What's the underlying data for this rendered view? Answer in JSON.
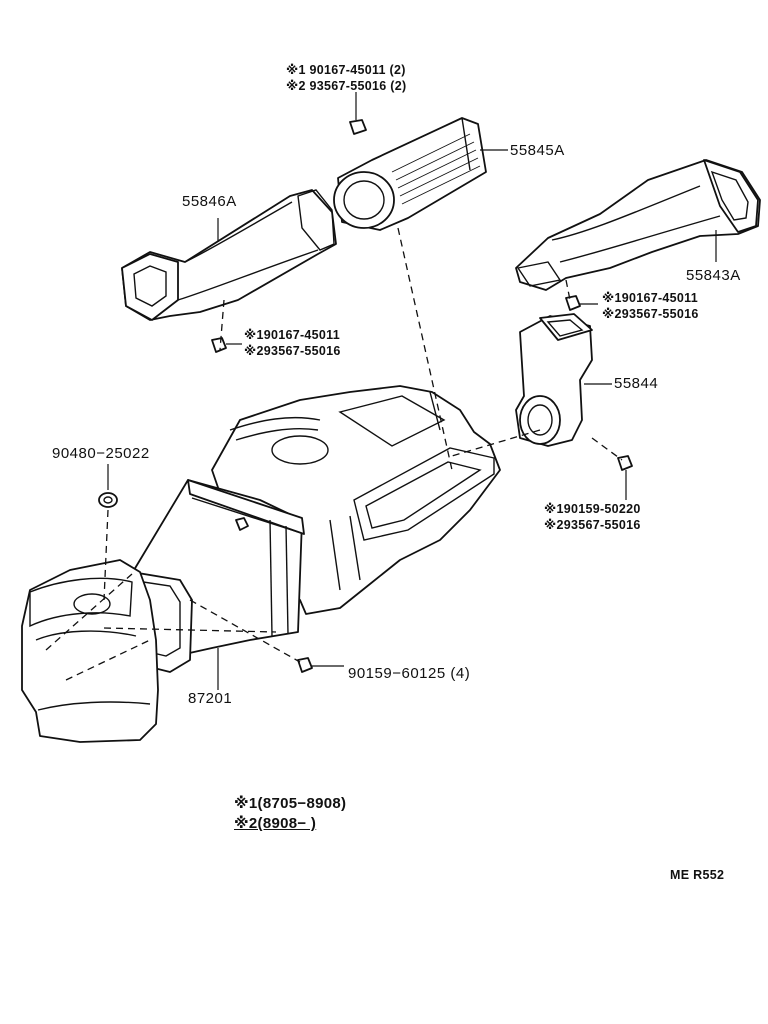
{
  "labels": {
    "duct_55845A": "55845A",
    "duct_55846A": "55846A",
    "duct_55843A": "55843A",
    "duct_55844": "55844",
    "duct_87201": "87201",
    "grommet_90480": "90480−25022",
    "screw_90159_60125": "90159−60125 (4)",
    "top_clip_line1": "※1 90167-45011 (2)",
    "top_clip_line2": "※2 93567-55016 (2)",
    "left_clip_line1": "※190167-45011",
    "left_clip_line2": "※293567-55016",
    "right_clip_line1": "※190167-45011",
    "right_clip_line2": "※293567-55016",
    "lower_clip_line1": "※190159-50220",
    "lower_clip_line2": "※293567-55016"
  },
  "legend": {
    "line1": "※1(8705−8908)",
    "line2": "※2(8908−        )"
  },
  "ref_code": "ME R552"
}
